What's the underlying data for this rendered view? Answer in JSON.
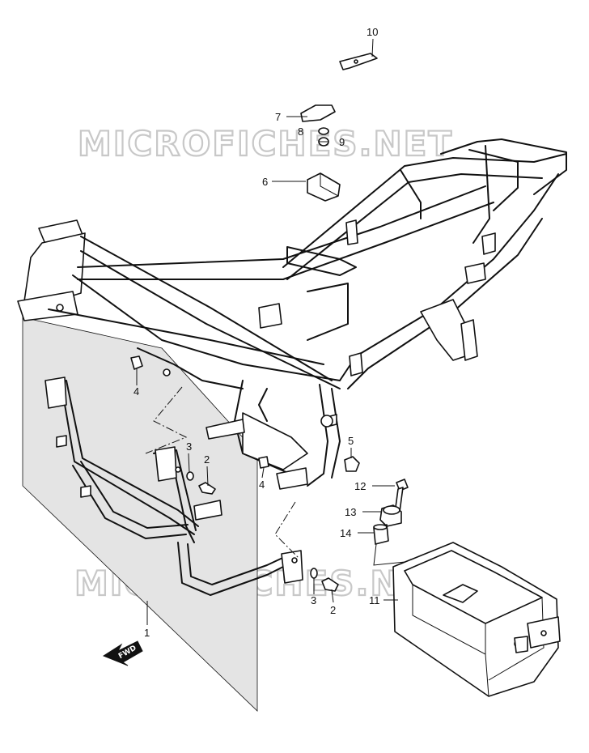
{
  "watermark": "MICROFICHES.NET",
  "fwd_label": "FWD",
  "callouts": {
    "p1": "1",
    "p2a": "2",
    "p2b": "2",
    "p3a": "3",
    "p3b": "3",
    "p4a": "4",
    "p4b": "4",
    "p5": "5",
    "p6": "6",
    "p7": "7",
    "p8": "8",
    "p9": "9",
    "p10": "10",
    "p11": "11",
    "p12": "12",
    "p13": "13",
    "p14": "14"
  }
}
